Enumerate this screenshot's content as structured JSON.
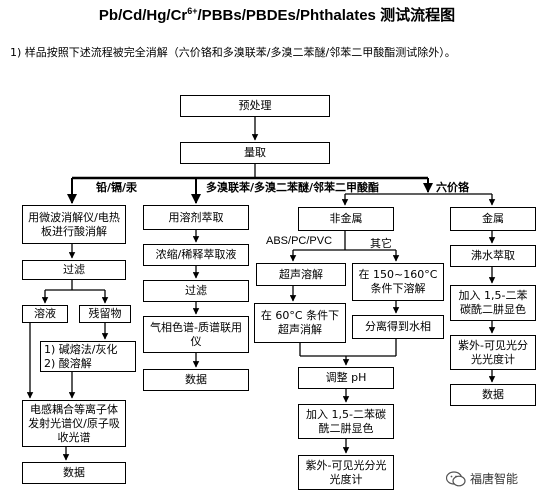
{
  "header": {
    "title_main": "Pb/Cd/Hg/Cr",
    "title_sup": "6+",
    "title_rest": "/PBBs/PBDEs/Phthalates  测试流程图",
    "intro": "1)  样品按照下述流程被完全消解（六价铬和多溴联苯/多溴二苯醚/邻苯二甲酸酯测试除外）。"
  },
  "flow": {
    "pretreat": "预处理",
    "weigh": "量取",
    "branch_metals": "铅/镉/汞",
    "branch_pbb": "多溴联苯/多溴二苯醚/邻苯二甲酸酯",
    "branch_cr6": "六价铬",
    "metals": {
      "digest": "用微波消解仪/电热板进行酸消解",
      "filter": "过滤",
      "solution": "溶液",
      "residue": "残留物",
      "alkali_1": "1)  碱熔法/灰化",
      "alkali_2": "2)  酸溶解",
      "icp": "电感耦合等离子体发射光谱仪/原子吸收光谱",
      "data": "数据"
    },
    "pbb": {
      "extract": "用溶剂萃取",
      "concentrate": "浓缩/稀释萃取液",
      "filter": "过滤",
      "gcms": "气相色谱-质谱联用仪",
      "data": "数据"
    },
    "nonmetal": {
      "label": "非金属",
      "abs": "ABS/PC/PVC",
      "other": "其它",
      "ultrasonic": "超声溶解",
      "at60": "在 60°C 条件下超声消解",
      "at150": "在 150~160°C 条件下溶解",
      "separate": "分离得到水相",
      "ph": "调整 pH",
      "add_dpc": "加入 1,5-二苯碳酰二肼显色",
      "uvvis": "紫外-可见光分光光度计"
    },
    "metal": {
      "label": "金属",
      "boil": "沸水萃取",
      "add_dpc": "加入 1,5-二苯碳酰二肼显色",
      "uvvis": "紫外-可见光分光光度计",
      "data": "数据"
    }
  },
  "watermark": {
    "icon": "wechat-icon",
    "text": "福唐智能"
  }
}
